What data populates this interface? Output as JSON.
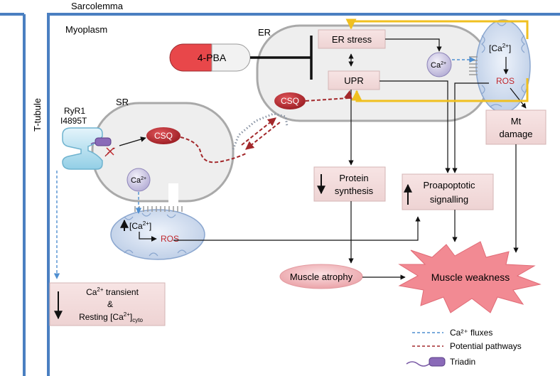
{
  "labels": {
    "sarcolemma": "Sarcolemma",
    "myoplasm": "Myoplasm",
    "t_tubule": "T-tubule",
    "er": "ER",
    "sr": "SR",
    "ryr1_line1": "RyR1",
    "ryr1_line2": "I4895T",
    "drug": "4-PBA",
    "er_stress": "ER stress",
    "upr": "UPR",
    "csq": "CSQ",
    "csq_er": "CSQ",
    "ros_mito_top": "ROS",
    "ros_mito_bottom": "ROS",
    "mt_damage_line1": "Mt",
    "mt_damage_line2": "damage",
    "protein_synthesis_line1": "Protein",
    "protein_synthesis_line2": "synthesis",
    "proapoptotic_line1": "Proapoptotic",
    "proapoptotic_line2": "signalling",
    "muscle_atrophy": "Muscle atrophy",
    "muscle_weakness": "Muscle weakness",
    "ca_transient_line1_main": "Ca",
    "ca_transient_line1_sup": "2+",
    "ca_transient_line1_rest": " transient",
    "ca_transient_line2": "&",
    "resting_main": "Resting [Ca",
    "resting_sup": "2+",
    "resting_close": "]",
    "resting_sub": "cyto",
    "ca_ion_main": "Ca",
    "ca_ion_sup": "2+",
    "mito_ca_open": "[Ca",
    "mito_ca_sup": "2+",
    "mito_ca_close": "]"
  },
  "legend": {
    "ca_fluxes": "Ca²⁺ fluxes",
    "potential_pathways": "Potential pathways",
    "triadin": "Triadin"
  },
  "colors": {
    "membrane_blue": "#4a7fc1",
    "box_fill": "#f3dede",
    "csq_red": "#b5272d",
    "ros_red": "#c0282d",
    "yellow_arrow": "#f0c020",
    "flux_blue": "#4f8fd0",
    "pathway_red": "#a3282b",
    "triadin_purple": "#7a5aa6",
    "weakness_pink": "#f28a93",
    "drug_red": "#e8474a"
  }
}
